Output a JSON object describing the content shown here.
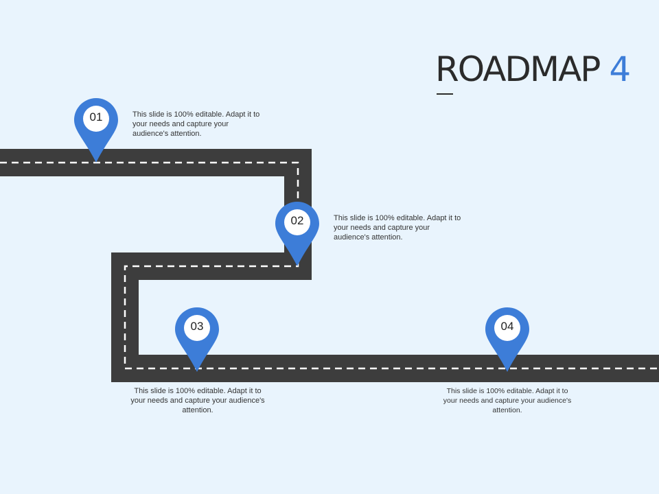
{
  "title": {
    "text": "ROADMAP",
    "number": "4"
  },
  "colors": {
    "background": "#e9f4fd",
    "road": "#3d3d3d",
    "pin": "#3d7dd8",
    "title_accent": "#3d7dd8"
  },
  "milestones": [
    {
      "label": "01",
      "description": "This slide is 100% editable. Adapt it to your needs and capture your audience's attention."
    },
    {
      "label": "02",
      "description": "This slide is 100% editable. Adapt it to your needs and capture your audience's attention."
    },
    {
      "label": "03",
      "description": "This slide is 100% editable. Adapt it to your needs and capture your audience's attention."
    },
    {
      "label": "04",
      "description": "This slide is 100% editable.  Adapt it to your needs and capture your audience's attention."
    }
  ]
}
